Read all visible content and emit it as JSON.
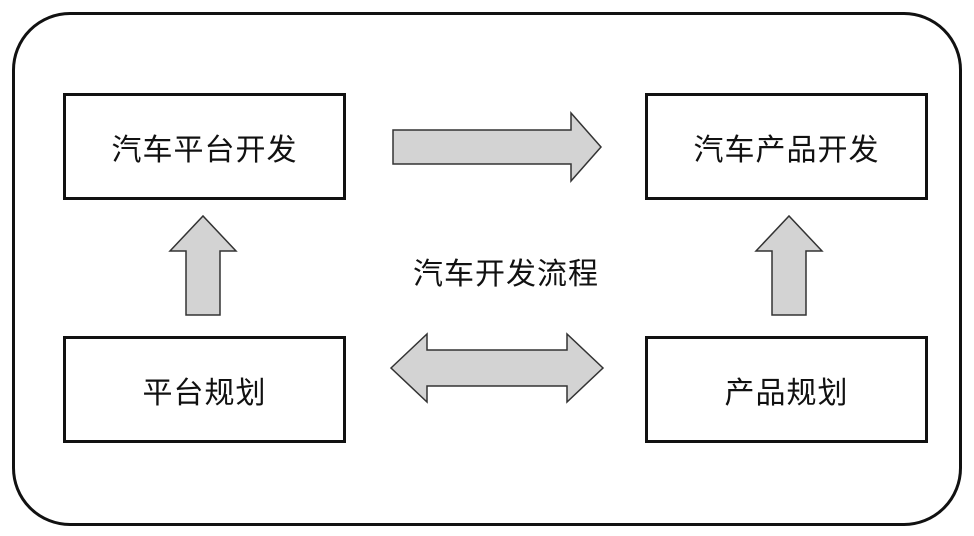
{
  "diagram": {
    "center_label": "汽车开发流程",
    "boxes": {
      "platform_development": "汽车平台开发",
      "product_development": "汽车产品开发",
      "platform_planning": "平台规划",
      "product_planning": "产品规划"
    },
    "arrows": [
      {
        "from": "platform_development",
        "to": "product_development",
        "direction": "right"
      },
      {
        "from": "platform_planning",
        "to": "platform_development",
        "direction": "up"
      },
      {
        "from": "product_planning",
        "to": "product_development",
        "direction": "up"
      },
      {
        "from": "platform_planning",
        "to": "product_planning",
        "direction": "both"
      }
    ],
    "colors": {
      "arrow_fill": "#d3d3d3",
      "border": "#111111",
      "background": "#ffffff"
    }
  }
}
